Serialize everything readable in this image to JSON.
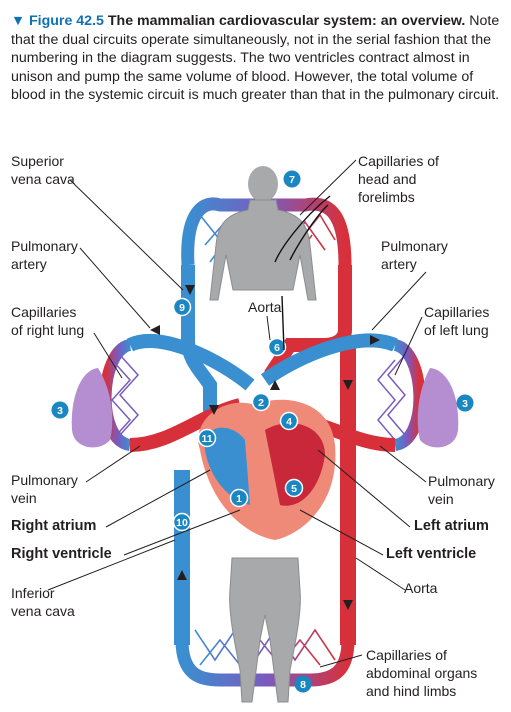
{
  "caption": {
    "figure_label": "▼ Figure 42.5",
    "title": "The mammalian cardiovascular system: an overview.",
    "body": "Note that the dual circuits operate simultaneously, not in the serial fashion that the numbering in the diagram suggests. The two ventricles contract almost in unison and pump the same volume of blood. However, the total volume of blood in the systemic circuit is much greater than that in the pulmonary circuit."
  },
  "labels": {
    "superior_vena_cava": [
      "Superior",
      "vena cava"
    ],
    "capillaries_head": [
      "Capillaries of",
      "head and",
      "forelimbs"
    ],
    "pulmonary_artery_left": [
      "Pulmonary",
      "artery"
    ],
    "pulmonary_artery_right": [
      "Pulmonary",
      "artery"
    ],
    "capillaries_right_lung": [
      "Capillaries",
      "of right lung"
    ],
    "aorta_top": "Aorta",
    "capillaries_left_lung": [
      "Capillaries",
      "of left lung"
    ],
    "pulmonary_vein_left": [
      "Pulmonary",
      "vein"
    ],
    "pulmonary_vein_right": [
      "Pulmonary",
      "vein"
    ],
    "right_atrium": "Right atrium",
    "left_atrium": "Left atrium",
    "right_ventricle": "Right ventricle",
    "left_ventricle": "Left ventricle",
    "inferior_vena_cava": [
      "Inferior",
      "vena cava"
    ],
    "aorta_bottom": "Aorta",
    "capillaries_abdominal": [
      "Capillaries of",
      "abdominal organs",
      "and hind limbs"
    ]
  },
  "steps": [
    "1",
    "2",
    "3",
    "3",
    "4",
    "5",
    "6",
    "7",
    "8",
    "9",
    "10",
    "11"
  ],
  "colors": {
    "accent_blue": "#0f71b5",
    "oxygen_poor": "#3a8fd0",
    "oxygen_rich": "#d8303a",
    "lung": "#b48ed0",
    "body_silhouette": "#a8a9ab",
    "step_badge": "#1a86c2"
  },
  "icons": [
    "human-upper-body-icon",
    "human-lower-body-icon",
    "right-lung-icon",
    "left-lung-icon",
    "heart-icon"
  ]
}
